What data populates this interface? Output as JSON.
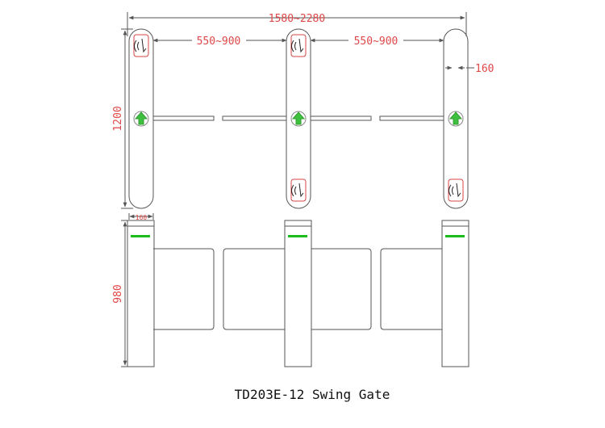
{
  "dimensions": {
    "overall_width": "1580~2280",
    "lane_width_1": "550~900",
    "lane_width_2": "550~900",
    "post_width_top": "160",
    "post_height_top": "1200",
    "post_width_side": "160",
    "post_height_side": "980"
  },
  "caption": "TD203E-12 Swing Gate",
  "colors": {
    "dimension": "#e04848",
    "outline": "#555555",
    "arrow": "#3fbf3f",
    "led": "#1bbd1b",
    "reader_border": "#d64545"
  },
  "icons": {
    "reader": "nfc-reader-icon",
    "direction": "green-up-arrow-icon",
    "led": "green-led-strip"
  }
}
